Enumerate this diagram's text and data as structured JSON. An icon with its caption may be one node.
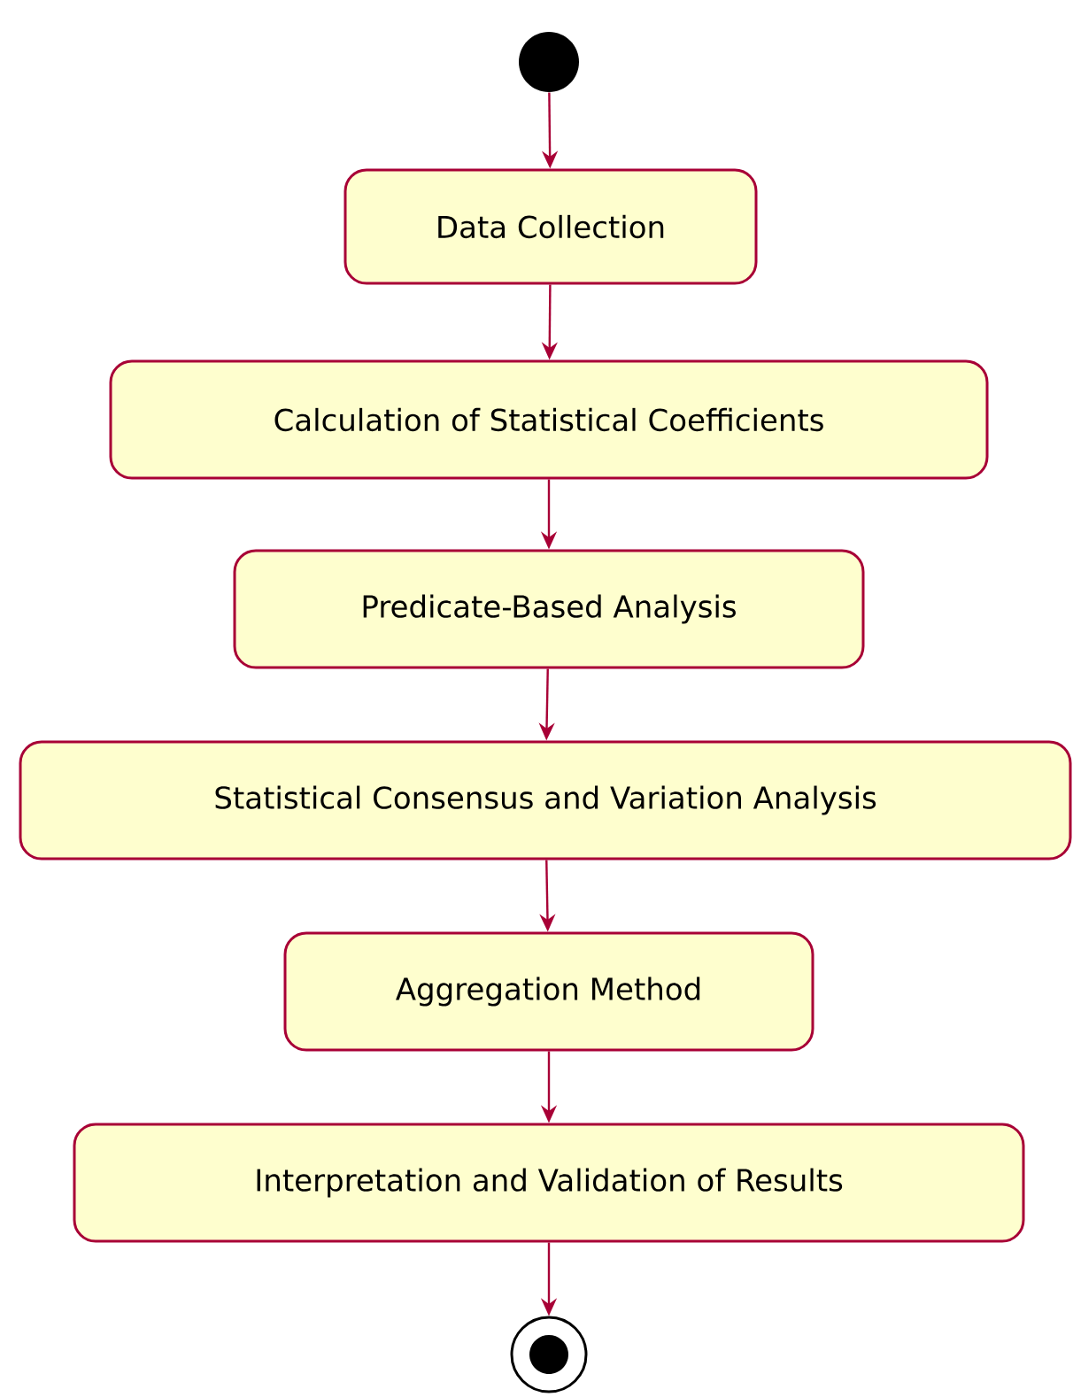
{
  "diagram": {
    "nodes": [
      {
        "text": [],
        "shape": "circle"
      },
      {
        "text": [
          "Data Collection"
        ]
      },
      {
        "text": [
          "Calculation of Statistical Coefficients"
        ]
      },
      {
        "text": [
          "Predicate-Based Analysis"
        ]
      },
      {
        "text": [
          "Statistical Consensus and Variation Analysis"
        ]
      },
      {
        "text": [
          "Aggregation Method"
        ]
      },
      {
        "text": [
          "Interpretation and Validation of Results"
        ]
      },
      {
        "text": [],
        "shape": "bullseye"
      }
    ],
    "edges": [
      {
        "from": 0,
        "to": 1,
        "arrow": "to"
      },
      {
        "from": 1,
        "to": 2,
        "arrow": "to"
      },
      {
        "from": 2,
        "to": 3,
        "arrow": "to"
      },
      {
        "from": 3,
        "to": 4,
        "arrow": "to"
      },
      {
        "from": 4,
        "to": 5,
        "arrow": "to"
      },
      {
        "from": 5,
        "to": 6,
        "arrow": "to"
      },
      {
        "from": 6,
        "to": 7,
        "arrow": "to"
      }
    ]
  }
}
